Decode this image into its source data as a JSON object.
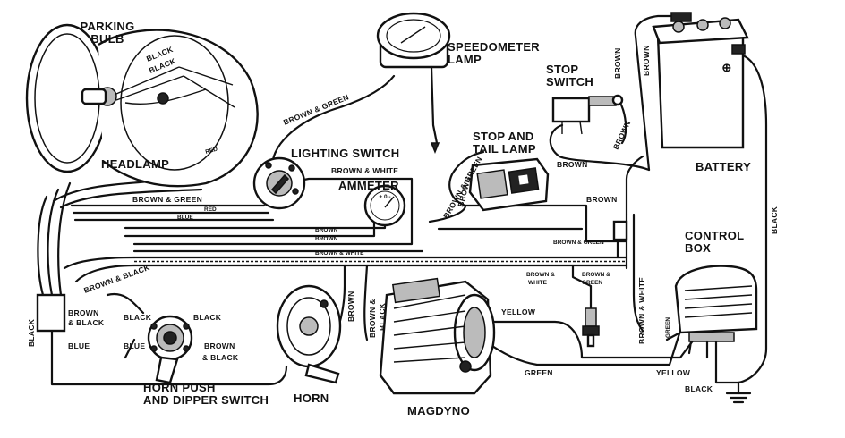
{
  "components": {
    "parking_bulb": "PARKING\nBULB",
    "headlamp": "HEADLAMP",
    "speedometer_lamp": "SPEEDOMETER\nLAMP",
    "lighting_switch": "LIGHTING SWITCH",
    "ammeter": "AMMETER",
    "stop_switch": "STOP\nSWITCH",
    "stop_and_tail_lamp": "STOP AND\nTAIL LAMP",
    "battery": "BATTERY",
    "control_box": "CONTROL\nBOX",
    "horn_push": "HORN PUSH\nAND DIPPER SWITCH",
    "horn": "HORN",
    "magdyno": "MAGDYNO"
  },
  "wires": {
    "black": "BLACK",
    "red": "RED",
    "brown": "BROWN",
    "green": "GREEN",
    "blue": "BLUE",
    "yellow": "YELLOW",
    "brown_green": "BROWN & GREEN",
    "brown_white": "BROWN & WHITE",
    "brown_black": "BROWN & BLACK",
    "brown_amp": "BROWN &",
    "white": "WHITE",
    "amp_black": "& BLACK",
    "brown_and": "BROWN",
    "and_black": "& BLACK"
  }
}
